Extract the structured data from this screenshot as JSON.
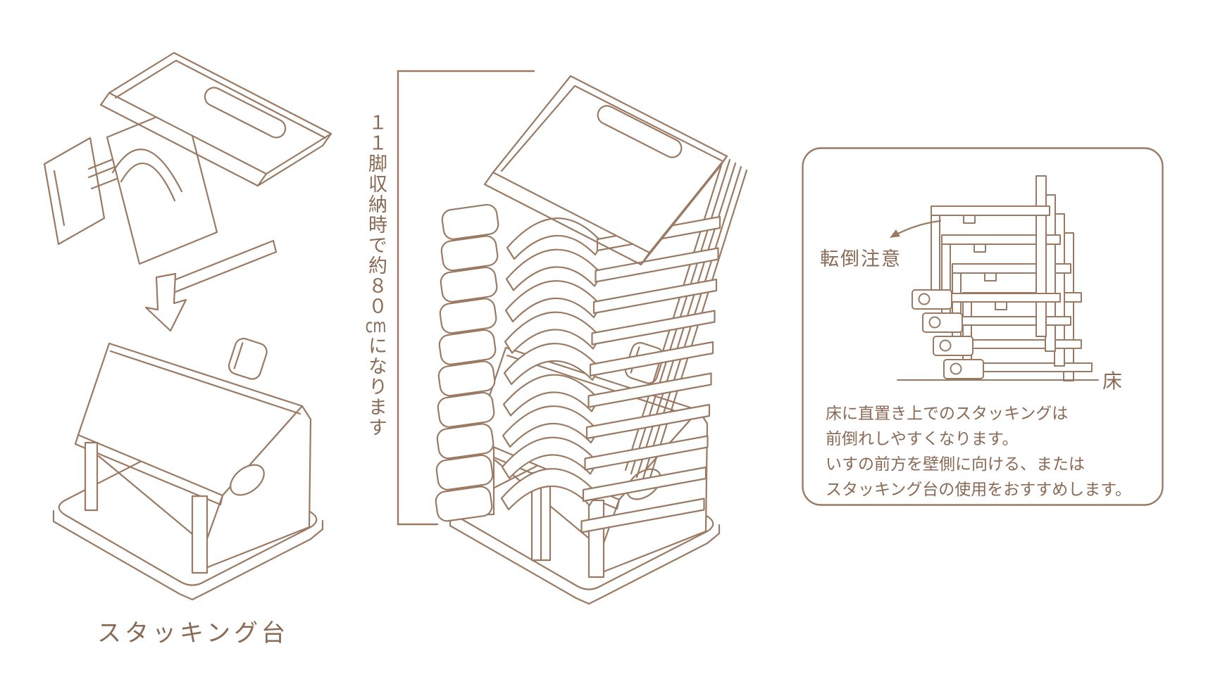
{
  "colors": {
    "background": "#ffffff",
    "line": "#9a7a63",
    "text": "#8a6a55"
  },
  "left_section": {
    "caption": "スタッキング台"
  },
  "center_section": {
    "dimension_label_prefix": "１１脚収納時で約８０",
    "dimension_label_unit": "cm",
    "dimension_label_suffix": "になります"
  },
  "warning_section": {
    "tipover_label": "転倒注意",
    "floor_label": "床",
    "caution_lines": [
      "床に直置き上でのスタッキングは",
      "前倒れしやすくなります。",
      "いすの前方を壁側に向ける、または",
      "スタッキング台の使用をおすすめします。"
    ]
  }
}
